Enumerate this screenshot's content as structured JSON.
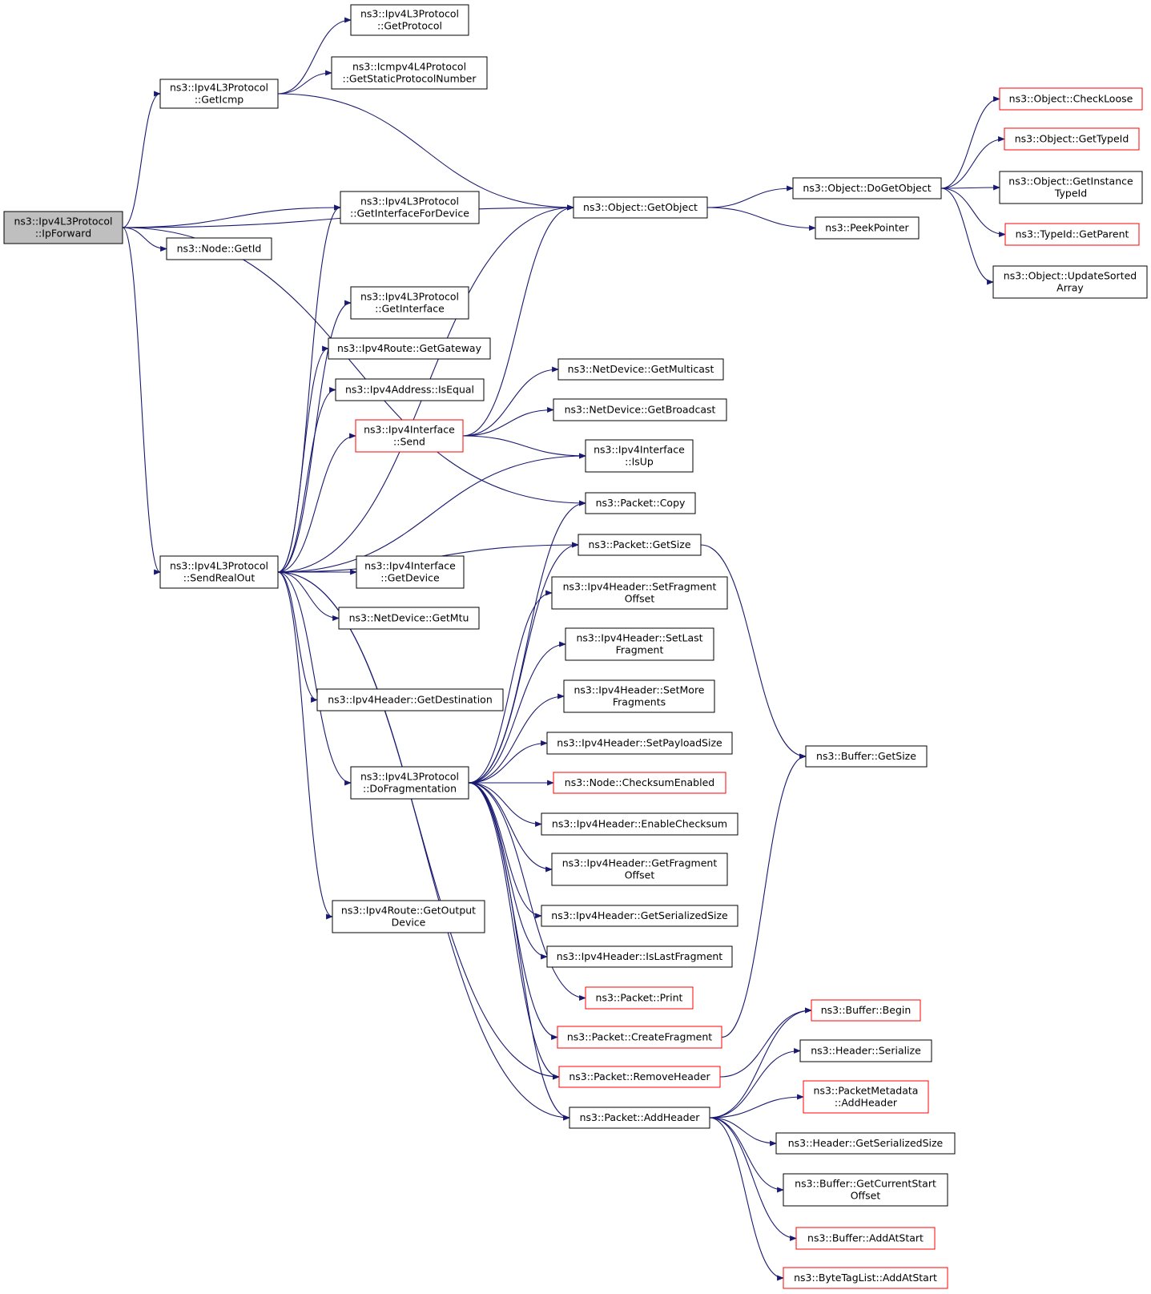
{
  "diagram": {
    "type": "call-graph",
    "nodes": [
      {
        "id": "ipforward",
        "lines": [
          "ns3::Ipv4L3Protocol",
          "::IpForward"
        ],
        "style": "root"
      },
      {
        "id": "geticmp",
        "lines": [
          "ns3::Ipv4L3Protocol",
          "::GetIcmp"
        ],
        "style": "normal"
      },
      {
        "id": "getprotocol",
        "lines": [
          "ns3::Ipv4L3Protocol",
          "::GetProtocol"
        ],
        "style": "normal"
      },
      {
        "id": "getstaticprotocolnumber",
        "lines": [
          "ns3::Icmpv4L4Protocol",
          "::GetStaticProtocolNumber"
        ],
        "style": "normal"
      },
      {
        "id": "getobject",
        "lines": [
          "ns3::Object::GetObject"
        ],
        "style": "normal"
      },
      {
        "id": "dogetobject",
        "lines": [
          "ns3::Object::DoGetObject"
        ],
        "style": "normal"
      },
      {
        "id": "peekpointer",
        "lines": [
          "ns3::PeekPointer"
        ],
        "style": "normal"
      },
      {
        "id": "checkloose",
        "lines": [
          "ns3::Object::CheckLoose"
        ],
        "style": "red"
      },
      {
        "id": "gettypeid",
        "lines": [
          "ns3::Object::GetTypeId"
        ],
        "style": "red"
      },
      {
        "id": "getinstancetypeid",
        "lines": [
          "ns3::Object::GetInstance",
          "TypeId"
        ],
        "style": "normal"
      },
      {
        "id": "getparent",
        "lines": [
          "ns3::TypeId::GetParent"
        ],
        "style": "red"
      },
      {
        "id": "updatesortedarray",
        "lines": [
          "ns3::Object::UpdateSorted",
          "Array"
        ],
        "style": "normal"
      },
      {
        "id": "getinterfacefordevice",
        "lines": [
          "ns3::Ipv4L3Protocol",
          "::GetInterfaceForDevice"
        ],
        "style": "normal"
      },
      {
        "id": "nodegetid",
        "lines": [
          "ns3::Node::GetId"
        ],
        "style": "normal"
      },
      {
        "id": "getinterface",
        "lines": [
          "ns3::Ipv4L3Protocol",
          "::GetInterface"
        ],
        "style": "normal"
      },
      {
        "id": "getgateway",
        "lines": [
          "ns3::Ipv4Route::GetGateway"
        ],
        "style": "normal"
      },
      {
        "id": "isequal",
        "lines": [
          "ns3::Ipv4Address::IsEqual"
        ],
        "style": "normal"
      },
      {
        "id": "ifsend",
        "lines": [
          "ns3::Ipv4Interface",
          "::Send"
        ],
        "style": "red"
      },
      {
        "id": "getmulticast",
        "lines": [
          "ns3::NetDevice::GetMulticast"
        ],
        "style": "normal"
      },
      {
        "id": "getbroadcast",
        "lines": [
          "ns3::NetDevice::GetBroadcast"
        ],
        "style": "normal"
      },
      {
        "id": "isup",
        "lines": [
          "ns3::Ipv4Interface",
          "::IsUp"
        ],
        "style": "normal"
      },
      {
        "id": "packetcopy",
        "lines": [
          "ns3::Packet::Copy"
        ],
        "style": "normal"
      },
      {
        "id": "sendrealout",
        "lines": [
          "ns3::Ipv4L3Protocol",
          "::SendRealOut"
        ],
        "style": "normal"
      },
      {
        "id": "packetgetsize",
        "lines": [
          "ns3::Packet::GetSize"
        ],
        "style": "normal"
      },
      {
        "id": "ifgetdevice",
        "lines": [
          "ns3::Ipv4Interface",
          "::GetDevice"
        ],
        "style": "normal"
      },
      {
        "id": "getmtu",
        "lines": [
          "ns3::NetDevice::GetMtu"
        ],
        "style": "normal"
      },
      {
        "id": "setfragmentoffset",
        "lines": [
          "ns3::Ipv4Header::SetFragment",
          "Offset"
        ],
        "style": "normal"
      },
      {
        "id": "setlastfragment",
        "lines": [
          "ns3::Ipv4Header::SetLast",
          "Fragment"
        ],
        "style": "normal"
      },
      {
        "id": "getdestination",
        "lines": [
          "ns3::Ipv4Header::GetDestination"
        ],
        "style": "normal"
      },
      {
        "id": "setmorefragments",
        "lines": [
          "ns3::Ipv4Header::SetMore",
          "Fragments"
        ],
        "style": "normal"
      },
      {
        "id": "setpayloadsize",
        "lines": [
          "ns3::Ipv4Header::SetPayloadSize"
        ],
        "style": "normal"
      },
      {
        "id": "buffergetsize",
        "lines": [
          "ns3::Buffer::GetSize"
        ],
        "style": "normal"
      },
      {
        "id": "dofragmentation",
        "lines": [
          "ns3::Ipv4L3Protocol",
          "::DoFragmentation"
        ],
        "style": "normal"
      },
      {
        "id": "checksumenabled",
        "lines": [
          "ns3::Node::ChecksumEnabled"
        ],
        "style": "red"
      },
      {
        "id": "enablechecksum",
        "lines": [
          "ns3::Ipv4Header::EnableChecksum"
        ],
        "style": "normal"
      },
      {
        "id": "getfragmentoffset",
        "lines": [
          "ns3::Ipv4Header::GetFragment",
          "Offset"
        ],
        "style": "normal"
      },
      {
        "id": "getoutputdevice",
        "lines": [
          "ns3::Ipv4Route::GetOutput",
          "Device"
        ],
        "style": "normal"
      },
      {
        "id": "getserializedsize",
        "lines": [
          "ns3::Ipv4Header::GetSerializedSize"
        ],
        "style": "normal"
      },
      {
        "id": "islastfragment",
        "lines": [
          "ns3::Ipv4Header::IsLastFragment"
        ],
        "style": "normal"
      },
      {
        "id": "packetprint",
        "lines": [
          "ns3::Packet::Print"
        ],
        "style": "red"
      },
      {
        "id": "createfragment",
        "lines": [
          "ns3::Packet::CreateFragment"
        ],
        "style": "red"
      },
      {
        "id": "bufferbegin",
        "lines": [
          "ns3::Buffer::Begin"
        ],
        "style": "red"
      },
      {
        "id": "headerserialize",
        "lines": [
          "ns3::Header::Serialize"
        ],
        "style": "normal"
      },
      {
        "id": "removeheader",
        "lines": [
          "ns3::Packet::RemoveHeader"
        ],
        "style": "red"
      },
      {
        "id": "pmaddheader",
        "lines": [
          "ns3::PacketMetadata",
          "::AddHeader"
        ],
        "style": "red"
      },
      {
        "id": "addheader",
        "lines": [
          "ns3::Packet::AddHeader"
        ],
        "style": "normal"
      },
      {
        "id": "headergetserializedsize",
        "lines": [
          "ns3::Header::GetSerializedSize"
        ],
        "style": "normal"
      },
      {
        "id": "getcurrentstartoffset",
        "lines": [
          "ns3::Buffer::GetCurrentStart",
          "Offset"
        ],
        "style": "normal"
      },
      {
        "id": "bufferaddatstart",
        "lines": [
          "ns3::Buffer::AddAtStart"
        ],
        "style": "red"
      },
      {
        "id": "bytetaglistaddatstart",
        "lines": [
          "ns3::ByteTagList::AddAtStart"
        ],
        "style": "red"
      }
    ],
    "edges": [
      [
        "ipforward",
        "geticmp"
      ],
      [
        "ipforward",
        "getobject"
      ],
      [
        "ipforward",
        "getinterfacefordevice"
      ],
      [
        "ipforward",
        "nodegetid"
      ],
      [
        "ipforward",
        "packetcopy"
      ],
      [
        "ipforward",
        "sendrealout"
      ],
      [
        "geticmp",
        "getprotocol"
      ],
      [
        "geticmp",
        "getstaticprotocolnumber"
      ],
      [
        "geticmp",
        "getobject"
      ],
      [
        "getobject",
        "dogetobject"
      ],
      [
        "getobject",
        "peekpointer"
      ],
      [
        "dogetobject",
        "checkloose"
      ],
      [
        "dogetobject",
        "gettypeid"
      ],
      [
        "dogetobject",
        "getinstancetypeid"
      ],
      [
        "dogetobject",
        "getparent"
      ],
      [
        "dogetobject",
        "updatesortedarray"
      ],
      [
        "sendrealout",
        "getinterfacefordevice"
      ],
      [
        "sendrealout",
        "getobject"
      ],
      [
        "sendrealout",
        "getinterface"
      ],
      [
        "sendrealout",
        "getgateway"
      ],
      [
        "sendrealout",
        "isequal"
      ],
      [
        "sendrealout",
        "ifsend"
      ],
      [
        "sendrealout",
        "isup"
      ],
      [
        "sendrealout",
        "ifgetdevice"
      ],
      [
        "sendrealout",
        "getmtu"
      ],
      [
        "sendrealout",
        "packetgetsize"
      ],
      [
        "sendrealout",
        "getdestination"
      ],
      [
        "sendrealout",
        "dofragmentation"
      ],
      [
        "sendrealout",
        "getoutputdevice"
      ],
      [
        "sendrealout",
        "removeheader"
      ],
      [
        "sendrealout",
        "addheader"
      ],
      [
        "ifsend",
        "getobject"
      ],
      [
        "ifsend",
        "getmulticast"
      ],
      [
        "ifsend",
        "getbroadcast"
      ],
      [
        "ifsend",
        "isup"
      ],
      [
        "packetgetsize",
        "buffergetsize"
      ],
      [
        "dofragmentation",
        "packetcopy"
      ],
      [
        "dofragmentation",
        "packetgetsize"
      ],
      [
        "dofragmentation",
        "setfragmentoffset"
      ],
      [
        "dofragmentation",
        "setlastfragment"
      ],
      [
        "dofragmentation",
        "setmorefragments"
      ],
      [
        "dofragmentation",
        "setpayloadsize"
      ],
      [
        "dofragmentation",
        "checksumenabled"
      ],
      [
        "dofragmentation",
        "enablechecksum"
      ],
      [
        "dofragmentation",
        "getfragmentoffset"
      ],
      [
        "dofragmentation",
        "getserializedsize"
      ],
      [
        "dofragmentation",
        "islastfragment"
      ],
      [
        "dofragmentation",
        "packetprint"
      ],
      [
        "dofragmentation",
        "createfragment"
      ],
      [
        "dofragmentation",
        "removeheader"
      ],
      [
        "dofragmentation",
        "addheader"
      ],
      [
        "createfragment",
        "buffergetsize"
      ],
      [
        "removeheader",
        "bufferbegin"
      ],
      [
        "addheader",
        "bufferbegin"
      ],
      [
        "addheader",
        "headerserialize"
      ],
      [
        "addheader",
        "pmaddheader"
      ],
      [
        "addheader",
        "headergetserializedsize"
      ],
      [
        "addheader",
        "getcurrentstartoffset"
      ],
      [
        "addheader",
        "bufferaddatstart"
      ],
      [
        "addheader",
        "bytetaglistaddatstart"
      ]
    ]
  },
  "colors": {
    "edge": "#191970",
    "node_border": "#000000",
    "node_border_highlight": "#ff0000",
    "root_fill": "#bfbfbf",
    "node_fill": "#ffffff"
  }
}
